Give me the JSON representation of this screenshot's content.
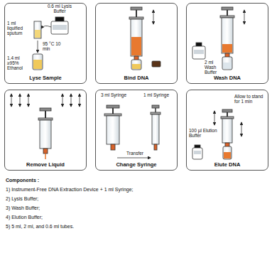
{
  "diagram": {
    "nodes": [
      {
        "text": [
          "Lyse Sample"
        ]
      },
      {
        "text": [
          "Bind DNA"
        ]
      },
      {
        "text": [
          "Wash DNA"
        ]
      },
      {
        "text": [
          "Remove Liquid"
        ]
      },
      {
        "text": [
          "Change Syringe"
        ]
      },
      {
        "text": [
          "Elute DNA"
        ]
      }
    ],
    "labels": [
      "0.6 ml Lysis Buffer",
      "1 ml liquified sputum",
      "95 °C 10 min",
      "1.4 ml ≥95% Ethanol",
      "2 ml Wash Buffer",
      "3 ml Syringe",
      "1 ml Syringe",
      "Transfer",
      "Allow to stand for 1 min",
      "100 µl Elution Buffer",
      "Components :",
      "1) Instrument-Free DNA Extraction Device + 1 ml Syringe;",
      "2) Lysis Buffer;",
      "3) Wash Buffer;",
      "4) Elution Buffer;",
      "5) 5 ml, 2 ml, and 0.6 ml tubes."
    ]
  }
}
